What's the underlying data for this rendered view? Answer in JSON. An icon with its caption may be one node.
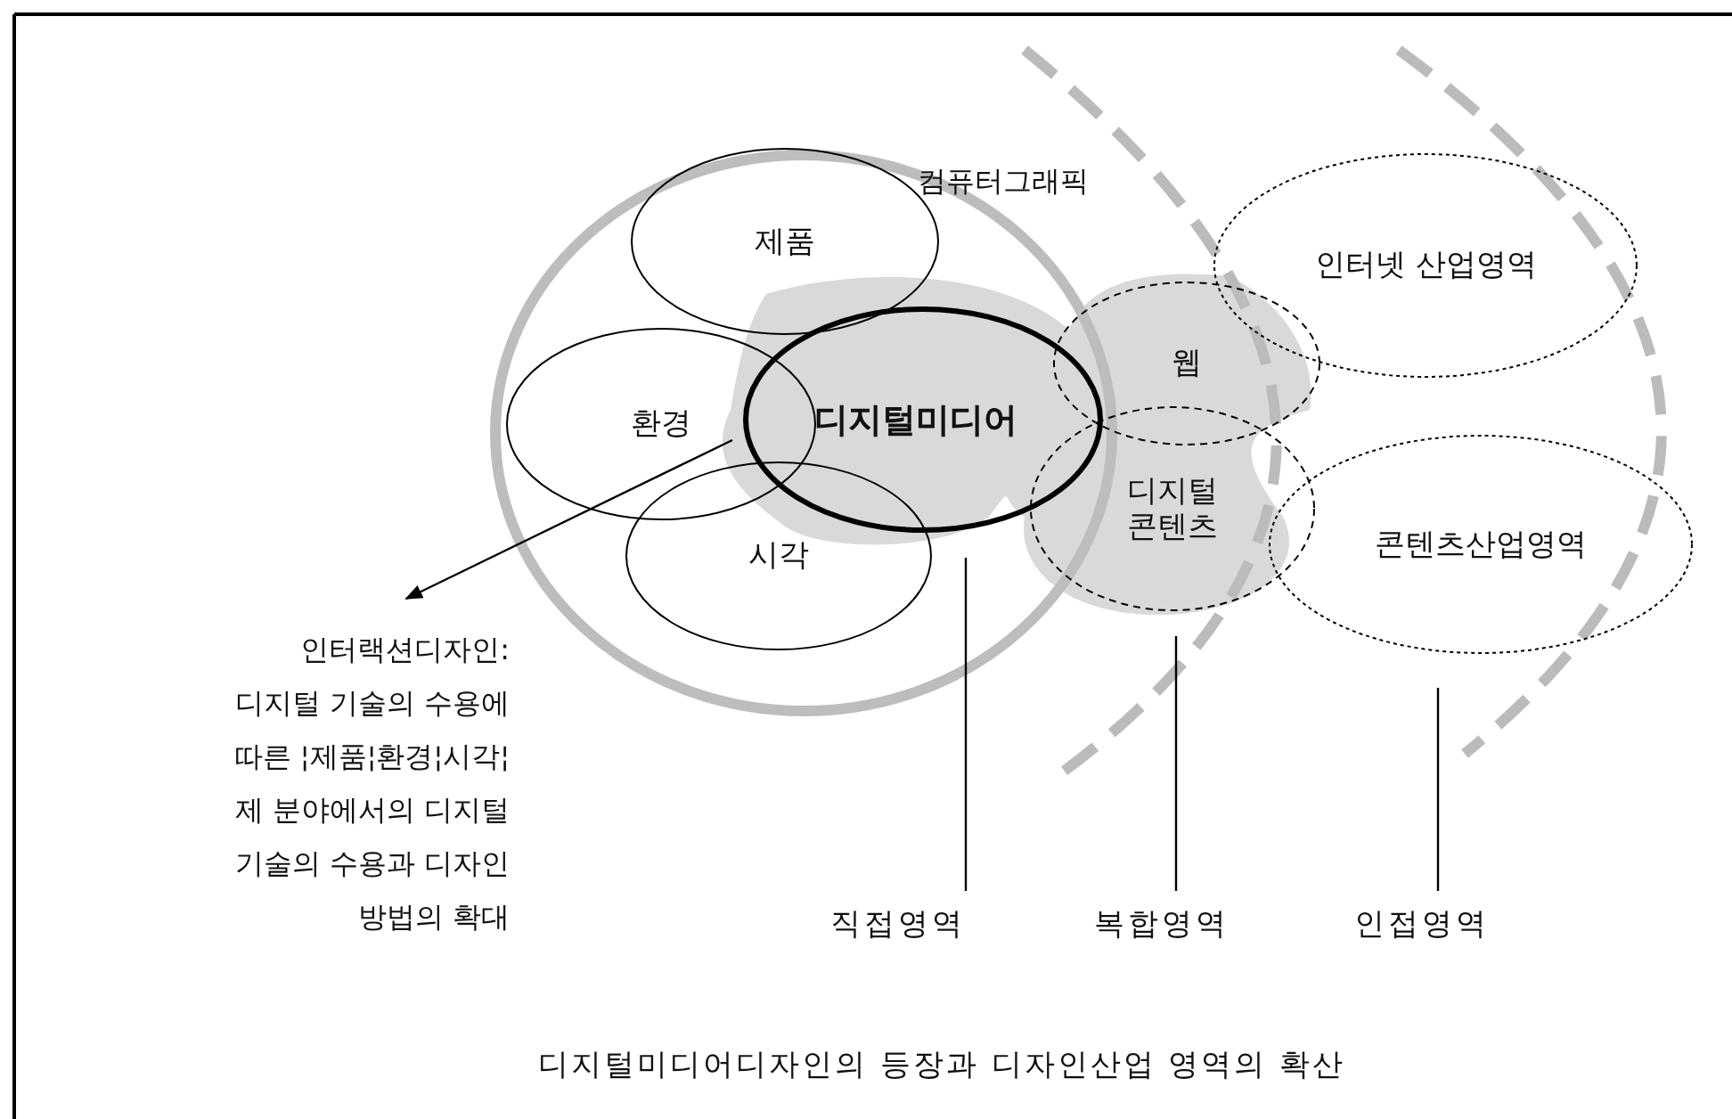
{
  "diagram": {
    "caption": "디지털미디어디자인의 등장과 디자인산업 영역의 확산",
    "nodes": [
      {
        "text": [
          "컴퓨터그래픽"
        ]
      },
      {
        "text": [
          "제품"
        ],
        "in": 0
      },
      {
        "text": [
          "환경"
        ],
        "in": 0
      },
      {
        "text": [
          "시각"
        ],
        "in": 0
      },
      {
        "text": [
          "디지털미디어"
        ],
        "in": 0
      },
      {
        "text": [
          "웹"
        ]
      },
      {
        "text": [
          "디지털 콘텐츠"
        ]
      },
      {
        "text": [
          "인터넷 산업영역"
        ]
      },
      {
        "text": [
          "콘텐츠산업영역"
        ]
      },
      {
        "text": [
          "인터랙션디자인: 디지털 기술의 수용에 따른 ¦제품¦환경¦시각¦ 제 분야에서의 디지털 기술의 수용과 디자인 방법의 확대"
        ]
      },
      {
        "text": [
          "직접영역"
        ]
      },
      {
        "text": [
          "복합영역"
        ]
      },
      {
        "text": [
          "인접영역"
        ]
      }
    ],
    "edges": [
      {
        "from": 2,
        "to": 9,
        "arrow": "to"
      },
      {
        "from": 10,
        "to": null,
        "arrow": "none"
      },
      {
        "from": 11,
        "to": null,
        "arrow": "none"
      },
      {
        "from": 12,
        "to": null,
        "arrow": "none"
      }
    ]
  }
}
